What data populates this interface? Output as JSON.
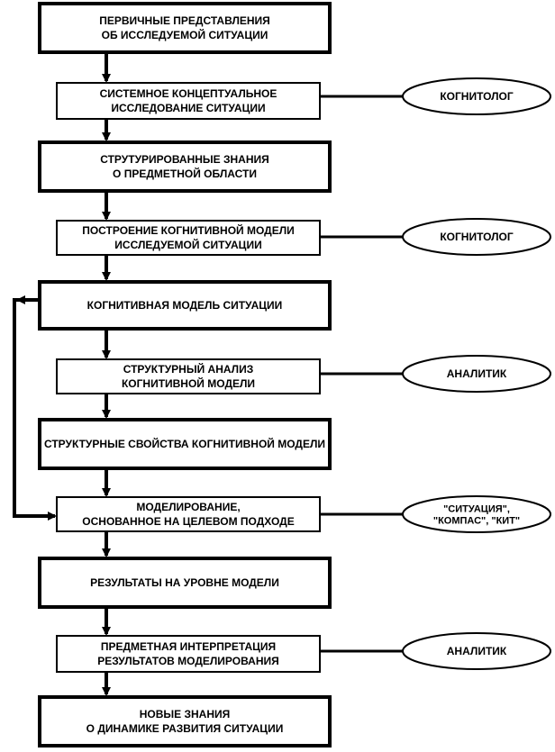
{
  "boxes": [
    {
      "id": "initial-ideas",
      "lines": [
        "ПЕРВИЧНЫЕ ПРЕДСТАВЛЕНИЯ",
        "ОБ ИССЛЕДУЕМОЙ СИТУАЦИИ"
      ]
    },
    {
      "id": "system-research",
      "lines": [
        "СИСТЕМНОЕ КОНЦЕПТУАЛЬНОЕ",
        "ИССЛЕДОВАНИЕ СИТУАЦИИ"
      ]
    },
    {
      "id": "structured-knowledge",
      "lines": [
        "СТРУТУРИРОВАННЫЕ ЗНАНИЯ",
        "О ПРЕДМЕТНОЙ ОБЛАСТИ"
      ]
    },
    {
      "id": "model-building",
      "lines": [
        "ПОСТРОЕНИЕ КОГНИТИВНОЙ МОДЕЛИ",
        "ИССЛЕДУЕМОЙ СИТУАЦИИ"
      ]
    },
    {
      "id": "cognitive-model",
      "lines": [
        "КОГНИТИВНАЯ МОДЕЛЬ СИТУАЦИИ"
      ]
    },
    {
      "id": "structural-analysis",
      "lines": [
        "СТРУКТУРНЫЙ АНАЛИЗ",
        "КОГНИТИВНОЙ МОДЕЛИ"
      ]
    },
    {
      "id": "structural-properties",
      "lines": [
        "СТРУКТУРНЫЕ СВОЙСТВА КОГНИТИВНОЙ МОДЕЛИ"
      ]
    },
    {
      "id": "modeling",
      "lines": [
        "МОДЕЛИРОВАНИЕ,",
        "ОСНОВАННОЕ НА ЦЕЛЕВОМ ПОДХОДЕ"
      ]
    },
    {
      "id": "model-results",
      "lines": [
        "РЕЗУЛЬТАТЫ НА УРОВНЕ МОДЕЛИ"
      ]
    },
    {
      "id": "interpretation",
      "lines": [
        "ПРЕДМЕТНАЯ ИНТЕРПРЕТАЦИЯ",
        "РЕЗУЛЬТАТОВ МОДЕЛИРОВАНИЯ"
      ]
    },
    {
      "id": "new-knowledge",
      "lines": [
        "НОВЫЕ ЗНАНИЯ",
        "О ДИНАМИКЕ РАЗВИТИЯ СИТУАЦИИ"
      ]
    }
  ],
  "actors": [
    {
      "id": "cognitologist-1",
      "attached_to": "system-research",
      "lines": [
        "КОГНИТОЛОГ"
      ]
    },
    {
      "id": "cognitologist-2",
      "attached_to": "model-building",
      "lines": [
        "КОГНИТОЛОГ"
      ]
    },
    {
      "id": "analyst-1",
      "attached_to": "structural-analysis",
      "lines": [
        "АНАЛИТИК"
      ]
    },
    {
      "id": "tools",
      "attached_to": "modeling",
      "lines": [
        "\"СИТУАЦИЯ\",",
        "\"КОМПАС\", \"КИТ\""
      ]
    },
    {
      "id": "analyst-2",
      "attached_to": "interpretation",
      "lines": [
        "АНАЛИТИК"
      ]
    }
  ],
  "feedback_loop": {
    "from": "cognitive-model",
    "to": "modeling"
  },
  "colors": {
    "stroke": "#000000",
    "fill": "#ffffff",
    "text": "#000000"
  }
}
